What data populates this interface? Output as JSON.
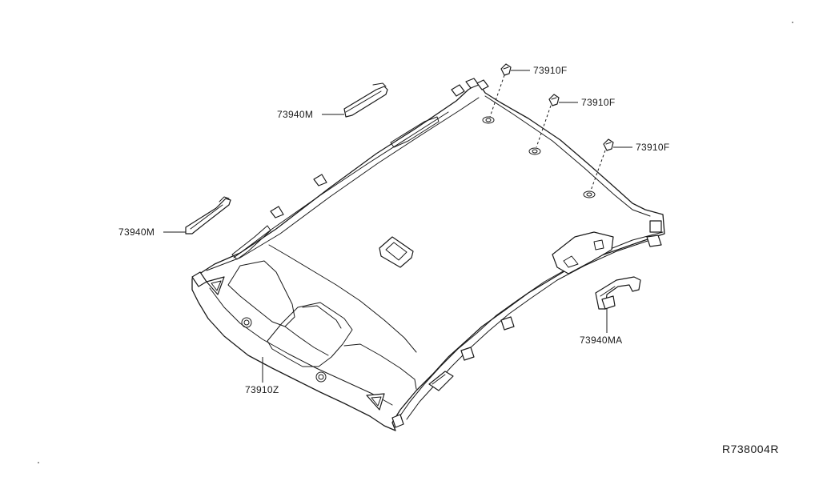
{
  "diagram": {
    "labels": {
      "clip_1": "73910F",
      "clip_2": "73910F",
      "clip_3": "73910F",
      "sunvisor_holder_upper": "73940M",
      "sunvisor_holder_lower": "73940M",
      "assist_grip_holder": "73940MA",
      "headlining": "73910Z"
    },
    "reference_code": "R738004R"
  }
}
